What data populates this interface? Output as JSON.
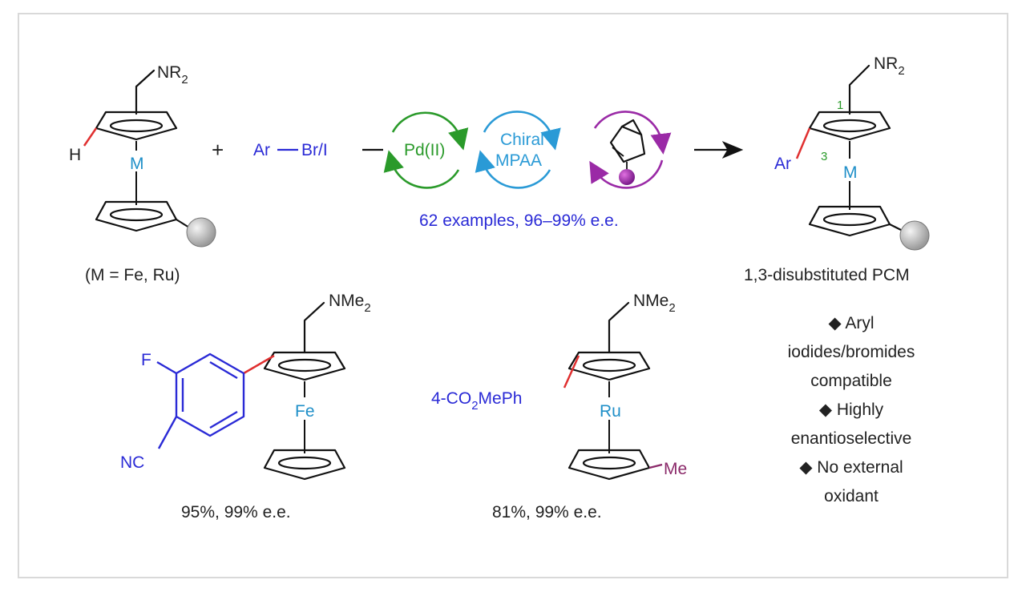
{
  "scheme": {
    "reactant_amine": "NR",
    "reactant_amine_sub": "2",
    "h_label": "H",
    "metal_label": "M",
    "plus": "+",
    "aryl_label": "Ar",
    "halide_label": "Br/I",
    "metal_note": "(M = Fe, Ru)",
    "cycle_pd": "Pd(II)",
    "cycle_mpaa_line1": "Chiral",
    "cycle_mpaa_line2": "MPAA",
    "conditions_summary": "62 examples, 96–99% e.e.",
    "product_amine": "NR",
    "product_amine_sub": "2",
    "product_pos1": "1",
    "product_pos3": "3",
    "product_ar": "Ar",
    "product_metal": "M",
    "product_caption": "1,3-disubstituted PCM"
  },
  "examples": [
    {
      "amine": "NMe",
      "amine_sub": "2",
      "aryl_f": "F",
      "aryl_nc": "NC",
      "metal": "Fe",
      "result": "95%, 99% e.e."
    },
    {
      "amine": "NMe",
      "amine_sub": "2",
      "aryl_prefix": "4-CO",
      "aryl_sub": "2",
      "aryl_suffix": "MePh",
      "metal": "Ru",
      "me": "Me",
      "result": "81%, 99% e.e."
    }
  ],
  "features": [
    "◆ Aryl",
    "iodides/bromides",
    "compatible",
    "◆ Highly",
    "enantioselective",
    "◆ No external",
    "oxidant"
  ],
  "colors": {
    "aryl": "#2a2ad6",
    "metal": "#1f8fc8",
    "pd_cycle": "#2a9a2a",
    "mpaa_cycle": "#2a9ad6",
    "nbe_cycle": "#9a2aa6",
    "new_bond": "#e03030",
    "methyl": "#8b2a6a"
  }
}
